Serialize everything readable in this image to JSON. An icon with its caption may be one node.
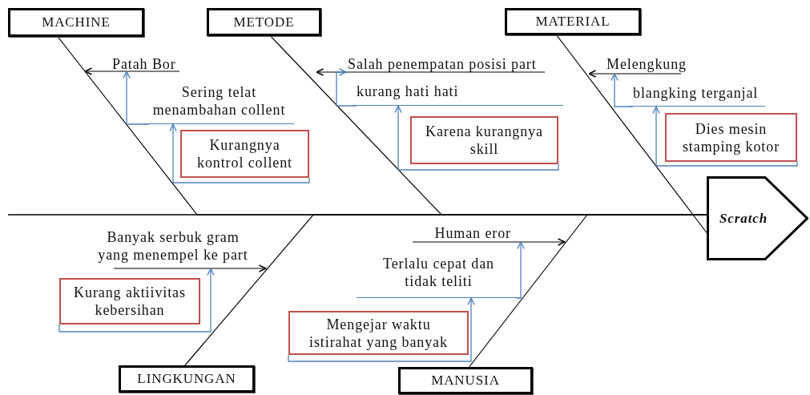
{
  "diagram": {
    "nodes": [
      {
        "text": [
          "MACHINE"
        ]
      },
      {
        "text": [
          "METODE"
        ]
      },
      {
        "text": [
          "MATERIAL"
        ]
      },
      {
        "text": [
          "Patah Bor"
        ]
      },
      {
        "text": [
          "Salah penempatan posisi part"
        ]
      },
      {
        "text": [
          "Melengkung"
        ]
      },
      {
        "text": [
          "Sering telat menambahan collent"
        ]
      },
      {
        "text": [
          "kurang hati hati"
        ]
      },
      {
        "text": [
          "blangking terganjal"
        ]
      },
      {
        "text": [
          "Kurangnya kontrol collent"
        ]
      },
      {
        "text": [
          "Karena kurangnya skill"
        ]
      },
      {
        "text": [
          "Dies mesin stamping kotor"
        ]
      },
      {
        "text": [
          "Scratch"
        ]
      },
      {
        "text": [
          "Banyak serbuk gram yang menempel ke part"
        ]
      },
      {
        "text": [
          "Human eror"
        ]
      },
      {
        "text": [
          "Terlalu cepat dan tidak teliti"
        ]
      },
      {
        "text": [
          "Kurang aktiivitas kebersihan"
        ]
      },
      {
        "text": [
          "Mengejar waktu istirahat yang banyak"
        ]
      },
      {
        "text": [
          "LINGKUNGAN"
        ]
      },
      {
        "text": [
          "MANUSIA"
        ]
      }
    ],
    "edges": [
      {
        "from": 0,
        "to": 12,
        "arrow": "none"
      },
      {
        "from": 1,
        "to": 12,
        "arrow": "none"
      },
      {
        "from": 2,
        "to": 12,
        "arrow": "none"
      },
      {
        "from": 18,
        "to": 12,
        "arrow": "none"
      },
      {
        "from": 19,
        "to": 12,
        "arrow": "none"
      },
      {
        "from": 3,
        "to": null,
        "arrow": "to"
      },
      {
        "from": 6,
        "to": 3,
        "arrow": "to",
        "color": "#4f81bd"
      },
      {
        "from": 9,
        "to": 6,
        "arrow": "to",
        "color": "#4f81bd"
      },
      {
        "from": 4,
        "to": null,
        "arrow": "to"
      },
      {
        "from": 7,
        "to": 4,
        "arrow": "to",
        "color": "#4f81bd"
      },
      {
        "from": 10,
        "to": 7,
        "arrow": "to",
        "color": "#4f81bd"
      },
      {
        "from": 5,
        "to": null,
        "arrow": "to"
      },
      {
        "from": 8,
        "to": 5,
        "arrow": "to",
        "color": "#4f81bd"
      },
      {
        "from": 11,
        "to": 8,
        "arrow": "to",
        "color": "#4f81bd"
      },
      {
        "from": 13,
        "to": null,
        "arrow": "to"
      },
      {
        "from": 16,
        "to": 13,
        "arrow": "to",
        "color": "#4f81bd"
      },
      {
        "from": 14,
        "to": null,
        "arrow": "to"
      },
      {
        "from": 15,
        "to": 14,
        "arrow": "to",
        "color": "#4f81bd"
      },
      {
        "from": 17,
        "to": 15,
        "arrow": "to",
        "color": "#4f81bd"
      }
    ]
  }
}
